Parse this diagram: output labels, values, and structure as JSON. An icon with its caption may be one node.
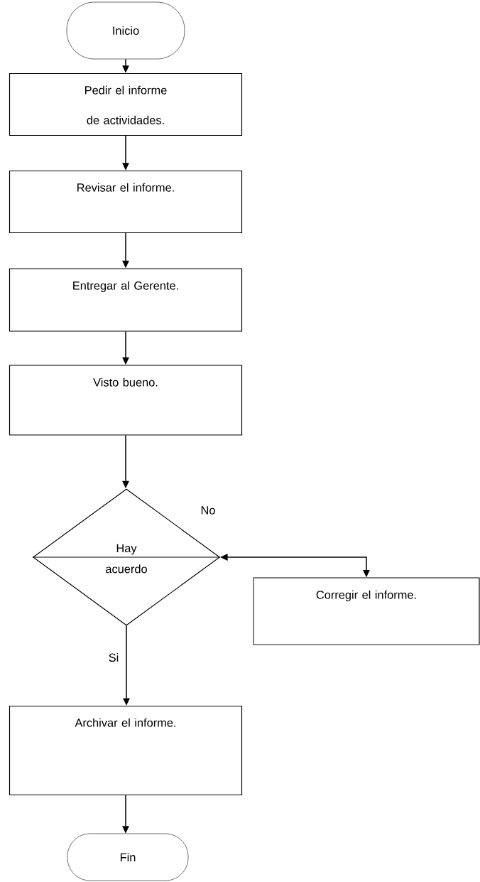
{
  "diagram": {
    "nodes": [
      {
        "text": [
          "Inicio"
        ]
      },
      {
        "text": [
          "Pedir el informe de actividades."
        ]
      },
      {
        "text": [
          "Revisar el informe."
        ]
      },
      {
        "text": [
          "Entregar al Gerente."
        ]
      },
      {
        "text": [
          "Visto bueno."
        ]
      },
      {
        "text": [
          "Hay acuerdo"
        ]
      },
      {
        "text": [
          "Corregir el informe."
        ]
      },
      {
        "text": [
          "Archivar el informe."
        ]
      },
      {
        "text": [
          "Fin"
        ]
      }
    ],
    "edges": [
      {
        "from": 0,
        "to": 1,
        "arrow": "to"
      },
      {
        "from": 1,
        "to": 2,
        "arrow": "to"
      },
      {
        "from": 2,
        "to": 3,
        "arrow": "to"
      },
      {
        "from": 3,
        "to": 4,
        "arrow": "to"
      },
      {
        "from": 4,
        "to": 5,
        "arrow": "to"
      },
      {
        "from": 5,
        "to": 6,
        "arrow": "both",
        "label": "No"
      },
      {
        "from": 5,
        "to": 7,
        "arrow": "to",
        "label": "Si"
      },
      {
        "from": 7,
        "to": 8,
        "arrow": "to"
      }
    ]
  }
}
